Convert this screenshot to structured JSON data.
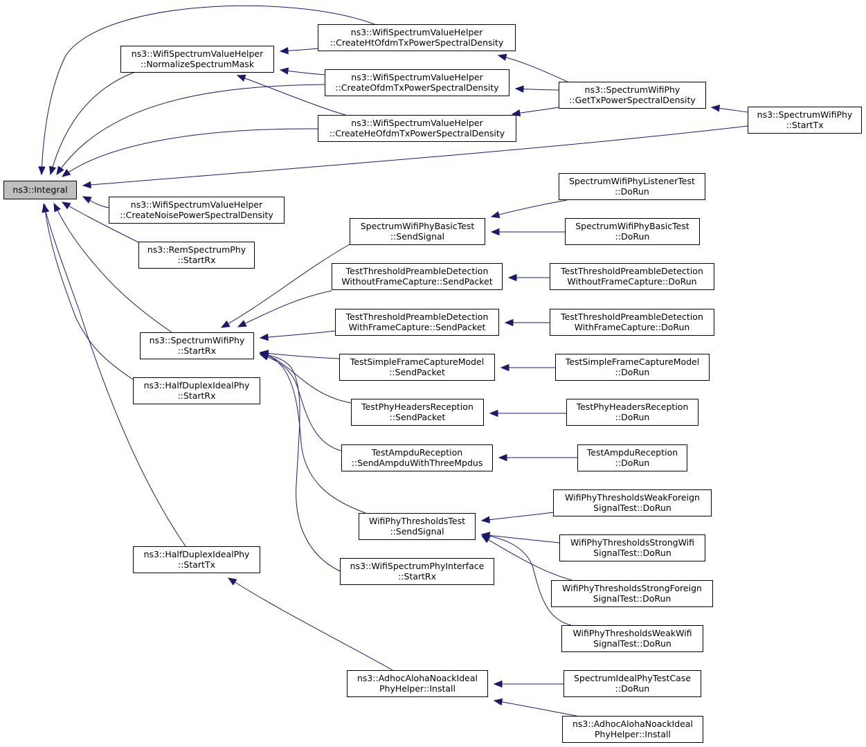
{
  "nodes": [
    {
      "id": "integral",
      "lines": [
        "ns3::Integral"
      ],
      "root": true
    },
    {
      "id": "normalize",
      "lines": [
        "ns3::WifiSpectrumValueHelper",
        "::NormalizeSpectrumMask"
      ]
    },
    {
      "id": "createHt",
      "lines": [
        "ns3::WifiSpectrumValueHelper",
        "::CreateHtOfdmTxPowerSpectralDensity"
      ]
    },
    {
      "id": "createOfdm",
      "lines": [
        "ns3::WifiSpectrumValueHelper",
        "::CreateOfdmTxPowerSpectralDensity"
      ]
    },
    {
      "id": "createHe",
      "lines": [
        "ns3::WifiSpectrumValueHelper",
        "::CreateHeOfdmTxPowerSpectralDensity"
      ]
    },
    {
      "id": "getTxPsd",
      "lines": [
        "ns3::SpectrumWifiPhy",
        "::GetTxPowerSpectralDensity"
      ]
    },
    {
      "id": "startTx",
      "lines": [
        "ns3::SpectrumWifiPhy",
        "::StartTx"
      ]
    },
    {
      "id": "createNoise",
      "lines": [
        "ns3::WifiSpectrumValueHelper",
        "::CreateNoisePowerSpectralDensity"
      ]
    },
    {
      "id": "remStartRx",
      "lines": [
        "ns3::RemSpectrumPhy",
        "::StartRx"
      ]
    },
    {
      "id": "swpStartRx",
      "lines": [
        "ns3::SpectrumWifiPhy",
        "::StartRx"
      ]
    },
    {
      "id": "hdStartRx",
      "lines": [
        "ns3::HalfDuplexIdealPhy",
        "::StartRx"
      ]
    },
    {
      "id": "hdStartTx",
      "lines": [
        "ns3::HalfDuplexIdealPhy",
        "::StartTx"
      ]
    },
    {
      "id": "basicSend",
      "lines": [
        "SpectrumWifiPhyBasicTest",
        "::SendSignal"
      ]
    },
    {
      "id": "listenerRun",
      "lines": [
        "SpectrumWifiPhyListenerTest",
        "::DoRun"
      ]
    },
    {
      "id": "basicRun",
      "lines": [
        "SpectrumWifiPhyBasicTest",
        "::DoRun"
      ]
    },
    {
      "id": "tpdWithoutSend",
      "lines": [
        "TestThresholdPreambleDetection",
        "WithoutFrameCapture::SendPacket"
      ]
    },
    {
      "id": "tpdWithoutRun",
      "lines": [
        "TestThresholdPreambleDetection",
        "WithoutFrameCapture::DoRun"
      ]
    },
    {
      "id": "tpdWithSend",
      "lines": [
        "TestThresholdPreambleDetection",
        "WithFrameCapture::SendPacket"
      ]
    },
    {
      "id": "tpdWithRun",
      "lines": [
        "TestThresholdPreambleDetection",
        "WithFrameCapture::DoRun"
      ]
    },
    {
      "id": "sfcSend",
      "lines": [
        "TestSimpleFrameCaptureModel",
        "::SendPacket"
      ]
    },
    {
      "id": "sfcRun",
      "lines": [
        "TestSimpleFrameCaptureModel",
        "::DoRun"
      ]
    },
    {
      "id": "phrSend",
      "lines": [
        "TestPhyHeadersReception",
        "::SendPacket"
      ]
    },
    {
      "id": "phrRun",
      "lines": [
        "TestPhyHeadersReception",
        "::DoRun"
      ]
    },
    {
      "id": "ampduSend",
      "lines": [
        "TestAmpduReception",
        "::SendAmpduWithThreeMpdus"
      ]
    },
    {
      "id": "ampduRun",
      "lines": [
        "TestAmpduReception",
        "::DoRun"
      ]
    },
    {
      "id": "thrSend",
      "lines": [
        "WifiPhyThresholdsTest",
        "::SendSignal"
      ]
    },
    {
      "id": "wspiStartRx",
      "lines": [
        "ns3::WifiSpectrumPhyInterface",
        "::StartRx"
      ]
    },
    {
      "id": "thrWeakForeign",
      "lines": [
        "WifiPhyThresholdsWeakForeign",
        "SignalTest::DoRun"
      ]
    },
    {
      "id": "thrStrongWifi",
      "lines": [
        "WifiPhyThresholdsStrongWifi",
        "SignalTest::DoRun"
      ]
    },
    {
      "id": "thrStrongForeign",
      "lines": [
        "WifiPhyThresholdsStrongForeign",
        "SignalTest::DoRun"
      ]
    },
    {
      "id": "thrWeakWifi",
      "lines": [
        "WifiPhyThresholdsWeakWifi",
        "SignalTest::DoRun"
      ]
    },
    {
      "id": "aloha1",
      "lines": [
        "ns3::AdhocAlohaNoackIdeal",
        "PhyHelper::Install"
      ]
    },
    {
      "id": "idealRun",
      "lines": [
        "SpectrumIdealPhyTestCase",
        "::DoRun"
      ]
    },
    {
      "id": "aloha2",
      "lines": [
        "ns3::AdhocAlohaNoackIdeal",
        "PhyHelper::Install"
      ]
    }
  ],
  "edges": [
    {
      "from": "createHt",
      "to": "integral"
    },
    {
      "from": "normalize",
      "to": "integral"
    },
    {
      "from": "createOfdm",
      "to": "integral"
    },
    {
      "from": "createHe",
      "to": "integral"
    },
    {
      "from": "startTx",
      "to": "integral"
    },
    {
      "from": "createNoise",
      "to": "integral"
    },
    {
      "from": "remStartRx",
      "to": "integral"
    },
    {
      "from": "swpStartRx",
      "to": "integral"
    },
    {
      "from": "hdStartRx",
      "to": "integral"
    },
    {
      "from": "hdStartTx",
      "to": "integral"
    },
    {
      "from": "createHt",
      "to": "normalize"
    },
    {
      "from": "createOfdm",
      "to": "normalize"
    },
    {
      "from": "createHe",
      "to": "normalize"
    },
    {
      "from": "getTxPsd",
      "to": "createHt"
    },
    {
      "from": "getTxPsd",
      "to": "createOfdm"
    },
    {
      "from": "getTxPsd",
      "to": "createHe"
    },
    {
      "from": "startTx",
      "to": "getTxPsd"
    },
    {
      "from": "basicSend",
      "to": "swpStartRx"
    },
    {
      "from": "tpdWithoutSend",
      "to": "swpStartRx"
    },
    {
      "from": "tpdWithSend",
      "to": "swpStartRx"
    },
    {
      "from": "sfcSend",
      "to": "swpStartRx"
    },
    {
      "from": "phrSend",
      "to": "swpStartRx"
    },
    {
      "from": "ampduSend",
      "to": "swpStartRx"
    },
    {
      "from": "thrSend",
      "to": "swpStartRx"
    },
    {
      "from": "wspiStartRx",
      "to": "swpStartRx"
    },
    {
      "from": "listenerRun",
      "to": "basicSend"
    },
    {
      "from": "basicRun",
      "to": "basicSend"
    },
    {
      "from": "tpdWithoutRun",
      "to": "tpdWithoutSend"
    },
    {
      "from": "tpdWithRun",
      "to": "tpdWithSend"
    },
    {
      "from": "sfcRun",
      "to": "sfcSend"
    },
    {
      "from": "phrRun",
      "to": "phrSend"
    },
    {
      "from": "ampduRun",
      "to": "ampduSend"
    },
    {
      "from": "thrWeakForeign",
      "to": "thrSend"
    },
    {
      "from": "thrStrongWifi",
      "to": "thrSend"
    },
    {
      "from": "thrStrongForeign",
      "to": "thrSend"
    },
    {
      "from": "thrWeakWifi",
      "to": "thrSend"
    },
    {
      "from": "aloha1",
      "to": "hdStartTx"
    },
    {
      "from": "idealRun",
      "to": "aloha1"
    },
    {
      "from": "aloha2",
      "to": "aloha1"
    }
  ]
}
